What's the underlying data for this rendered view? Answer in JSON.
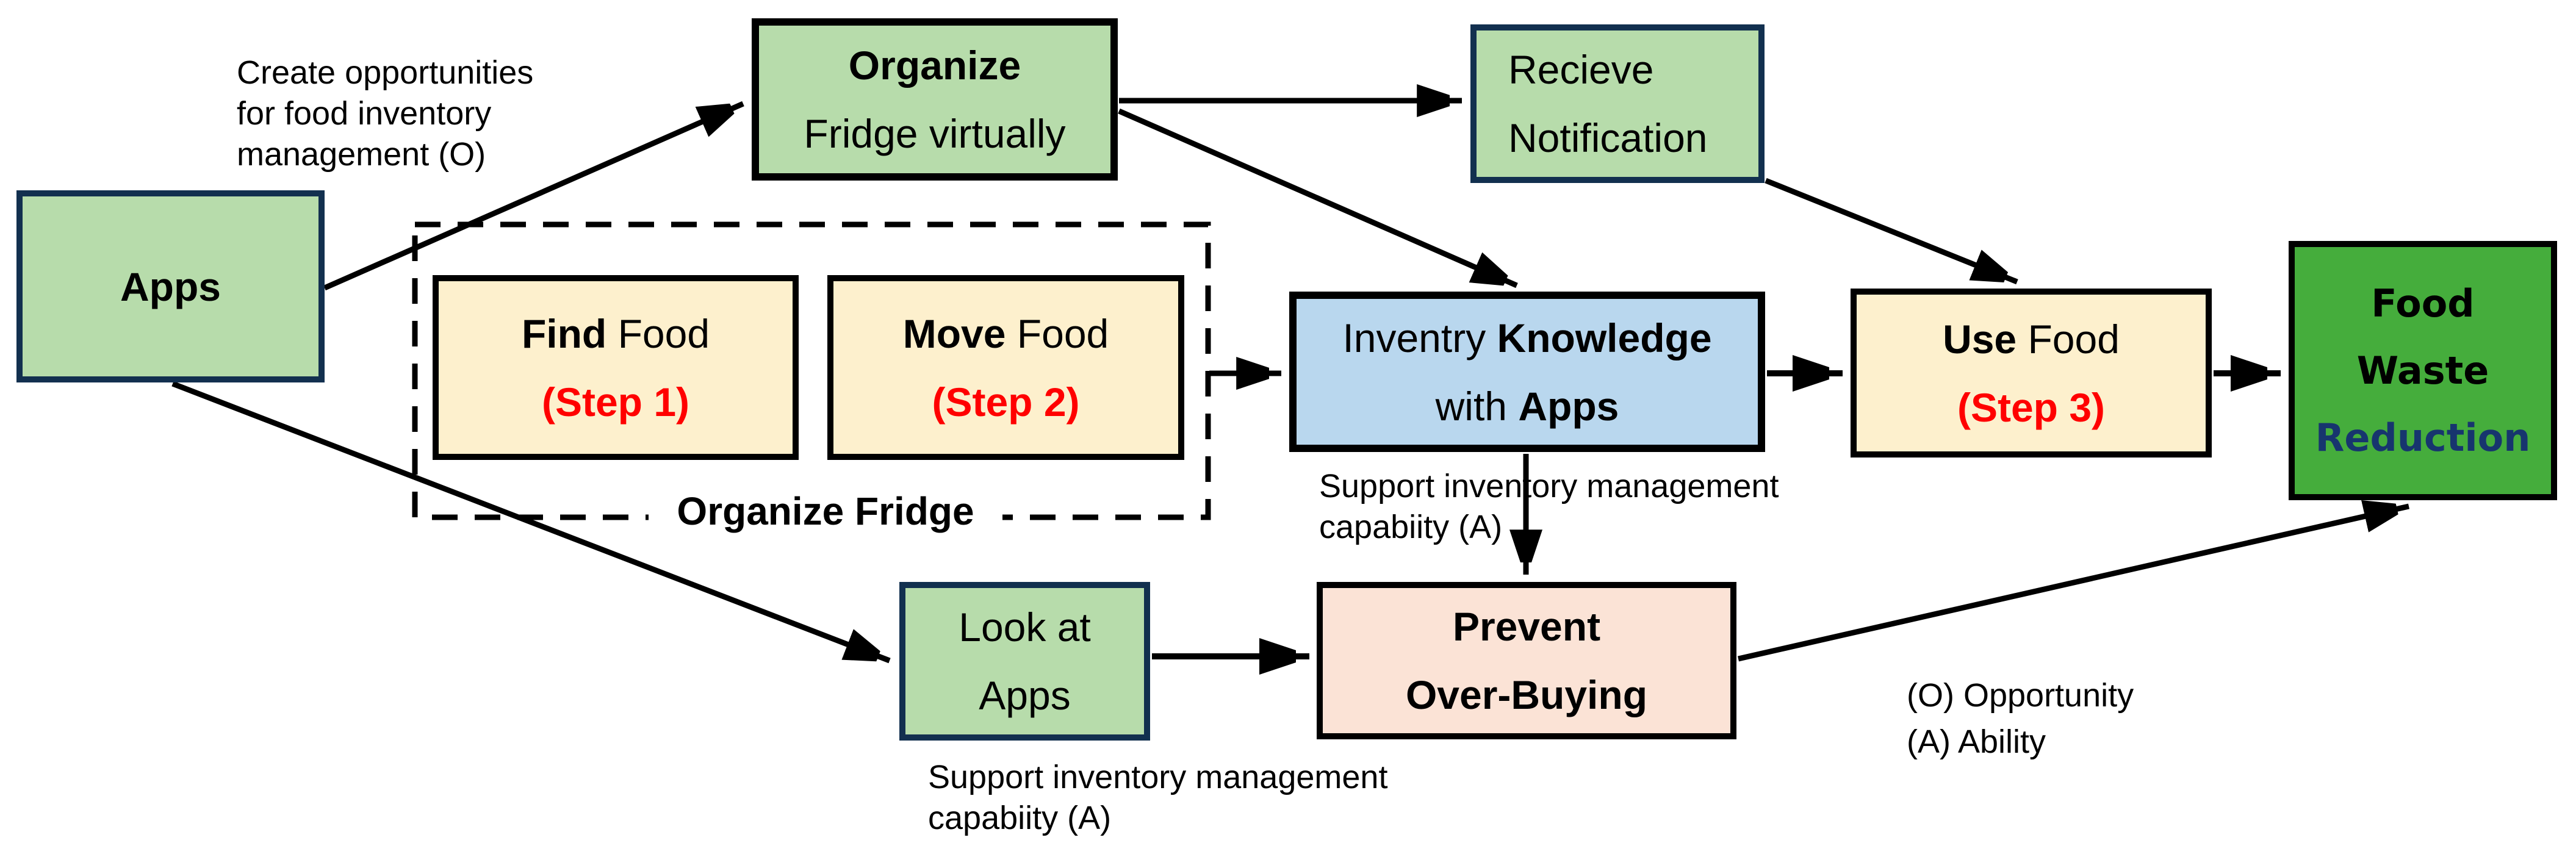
{
  "nodes": {
    "apps": {
      "label": "Apps"
    },
    "organize": {
      "line1": "Organize",
      "line2": "Fridge virtually"
    },
    "receive": {
      "line1": "Recieve",
      "line2": "Notification"
    },
    "find": {
      "bold": "Find",
      "rest": " Food",
      "step": "(Step 1)"
    },
    "move": {
      "bold": "Move",
      "rest": " Food",
      "step": "(Step 2)"
    },
    "inventory": {
      "l1_regular": "Inventry ",
      "l1_bold": "Knowledge",
      "l2_regular": "with ",
      "l2_bold": "Apps"
    },
    "use": {
      "bold": "Use",
      "rest": " Food",
      "step": "(Step 3)"
    },
    "food_waste_reduction": {
      "line1": "Food",
      "line2": "Waste",
      "line3": "Reduction"
    },
    "look_at_apps": {
      "line1": "Look at",
      "line2": "Apps"
    },
    "prevent": {
      "line1": "Prevent",
      "line2": "Over-Buying"
    }
  },
  "group": {
    "label": "Organize Fridge"
  },
  "annotations": {
    "create_opportunities": {
      "line1": "Create opportunities",
      "line2": "for food inventory",
      "line3": "management (O)"
    },
    "support_top": {
      "line1": "Support inventory management",
      "line2": "capabiity (A)"
    },
    "support_bottom": {
      "line1": "Support inventory management",
      "line2": "capabiity (A)"
    },
    "legend": {
      "line1": "(O) Opportunity",
      "line2": "(A) Ability"
    }
  },
  "colors": {
    "light_green_fill": "#b7dcab",
    "strong_green_fill": "#45ad3c",
    "blue_fill": "#b9d7ee",
    "cream_fill": "#fdf0cd",
    "peach_fill": "#fbe3d6",
    "navy_border": "#12304f",
    "black_border": "#000000",
    "step_red": "#ff0000",
    "reduction_navy": "#17356e"
  }
}
